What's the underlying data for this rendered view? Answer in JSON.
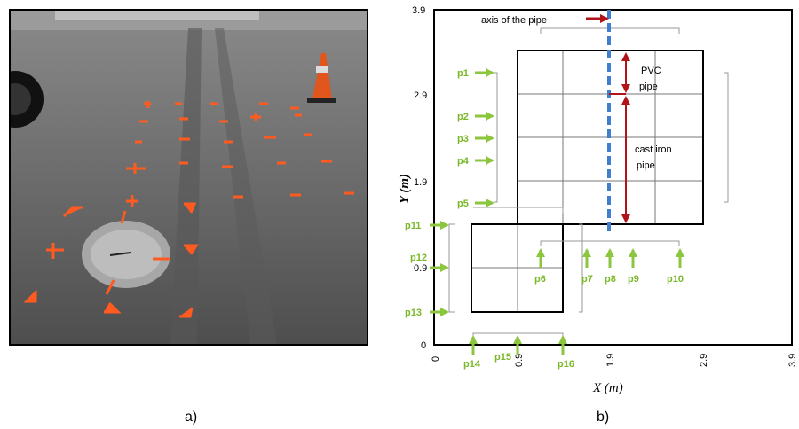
{
  "panel_a": {
    "caption": "a)"
  },
  "panel_b": {
    "caption": "b)",
    "axis_note": "axis of the pipe",
    "pvc_label_1": "PVC",
    "pvc_label_2": "pipe",
    "castiron_label_1": "cast iron",
    "castiron_label_2": "pipe",
    "x_axis_label": "X (m)",
    "y_axis_label": "Y (m)",
    "y_ticks": [
      "3.9",
      "2.9",
      "1.9",
      "0.9",
      "0"
    ],
    "x_ticks": [
      "0",
      "0.9",
      "1.9",
      "2.9",
      "3.9"
    ],
    "points": [
      "p1",
      "p2",
      "p3",
      "p4",
      "p5",
      "p6",
      "p7",
      "p8",
      "p9",
      "p10",
      "p11",
      "p12",
      "p13",
      "p14",
      "p15",
      "p16"
    ],
    "colors": {
      "arrow_green": "#8cc63f",
      "axis_blue": "#3f7fd0",
      "arrow_red": "#b0141a",
      "label_green": "#7ab829"
    }
  }
}
